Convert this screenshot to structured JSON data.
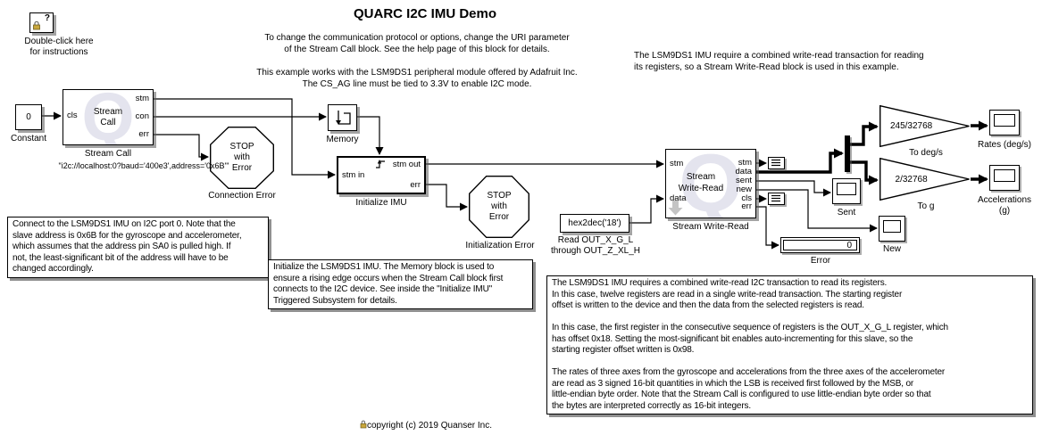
{
  "title": "QUARC I2C IMU Demo",
  "notes": {
    "uri_note": "To change the communication protocol or options, change the URI parameter\nof the Stream Call block. See the help page of this block for details.",
    "example_note": "This example works with the LSM9DS1 peripheral module offered by Adafruit Inc.\nThe CS_AG line must be tied to 3.3V to enable I2C mode.",
    "write_read_note": "The LSM9DS1 IMU require a combined write-read transaction for reading\nits registers, so a Stream Write-Read block is used in this example.",
    "connect_note": "Connect to the LSM9DS1 IMU on I2C port 0. Note that the\nslave address is 0x6B for the gyroscope and accelerometer,\nwhich assumes that the address pin SA0 is pulled high. If\nnot, the least-significant bit of the address will have to be\nchanged accordingly.",
    "initialize_note": "Initialize the LSM9DS1 IMU. The Memory block is used to\nensure a rising edge occurs when the Stream Call block first\nconnects to the I2C device. See inside the \"Initialize IMU\"\nTriggered Subsystem for details.",
    "register_note": "The LSM9DS1 IMU requires a combined write-read I2C transaction to read its registers.\nIn this case, twelve registers are read in a single write-read transaction. The starting register\noffset is written to the device and then the data from the selected registers is read.\n\nIn this case, the first register in the consecutive sequence of registers is the OUT_X_G_L register, which\nhas offset 0x18. Setting the most-significant bit enables auto-incrementing for this slave, so the\nstarting register offset written is 0x98.\n\nThe rates of three axes from the gyroscope and accelerations from the three axes of the accelerometer\nare read as 3 signed 16-bit quantities in which the LSB is received first followed by the MSB, or\nlittle-endian byte order. Note that the Stream Call is configured to use little-endian byte order so that\nthe bytes are interpreted correctly as 16-bit integers."
  },
  "instructions": {
    "question_mark": "?",
    "label": "Double-click here\nfor instructions"
  },
  "blocks": {
    "constant": {
      "value": "0",
      "label": "Constant"
    },
    "stream_call": {
      "name": "Stream\nCall",
      "watermark": "Q",
      "label": "Stream Call",
      "uri": "\"i2c://localhost:0?baud='400e3',address='0x6B'\"",
      "in_ports": [
        "cls"
      ],
      "out_ports": [
        "stm",
        "con",
        "err"
      ]
    },
    "connection_error": {
      "text": "STOP\nwith\nError",
      "label": "Connection Error"
    },
    "memory": {
      "label": "Memory"
    },
    "initialize_imu": {
      "label": "Initialize IMU",
      "in_ports": [
        "stm in"
      ],
      "out_ports": [
        "stm out",
        "err"
      ]
    },
    "initialization_error": {
      "text": "STOP\nwith\nError",
      "label": "Initialization Error"
    },
    "hex2dec": {
      "value": "hex2dec('18')",
      "label": "Read OUT_X_G_L\nthrough OUT_Z_XL_H"
    },
    "stream_write_read": {
      "name": "Stream\nWrite-Read",
      "watermark": "Q",
      "label": "Stream Write-Read",
      "in_ports": [
        "stm",
        "data"
      ],
      "out_ports": [
        "stm",
        "data",
        "sent",
        "new",
        "cls",
        "err"
      ]
    },
    "to_degs_gain": {
      "gain": "245/32768",
      "label": "To deg/s"
    },
    "to_g_gain": {
      "gain": "2/32768",
      "label": "To g"
    },
    "rates_scope": {
      "label": "Rates (deg/s)"
    },
    "accelerations_scope": {
      "label": "Accelerations\n(g)"
    },
    "sent_scope": {
      "label": "Sent"
    },
    "new_scope": {
      "label": "New"
    },
    "error_display": {
      "value": "0",
      "label": "Error"
    }
  },
  "copyright": "copyright (c) 2019 Quanser Inc."
}
